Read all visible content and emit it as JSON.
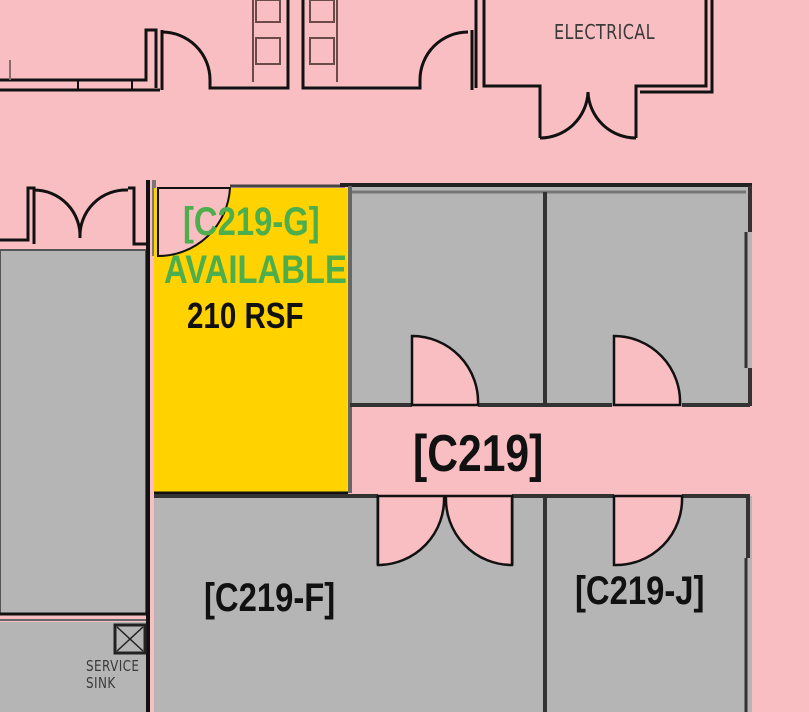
{
  "colors": {
    "corridor": "#f9bec1",
    "office": "#b5b5b5",
    "available": "#ffd200",
    "available_text": "#4cae4c",
    "wall": "#1a1a1a"
  },
  "rooms": {
    "c219_g": {
      "id": "[C219-G]",
      "status": "AVAILABLE",
      "area": "210 RSF"
    },
    "c219": {
      "id": "[C219]"
    },
    "c219_f": {
      "id": "[C219-F]"
    },
    "c219_j": {
      "id": "[C219-J]"
    },
    "electrical": {
      "label": "ELECTRICAL"
    },
    "service_sink": {
      "line1": "SERVICE",
      "line2": "SINK"
    }
  }
}
